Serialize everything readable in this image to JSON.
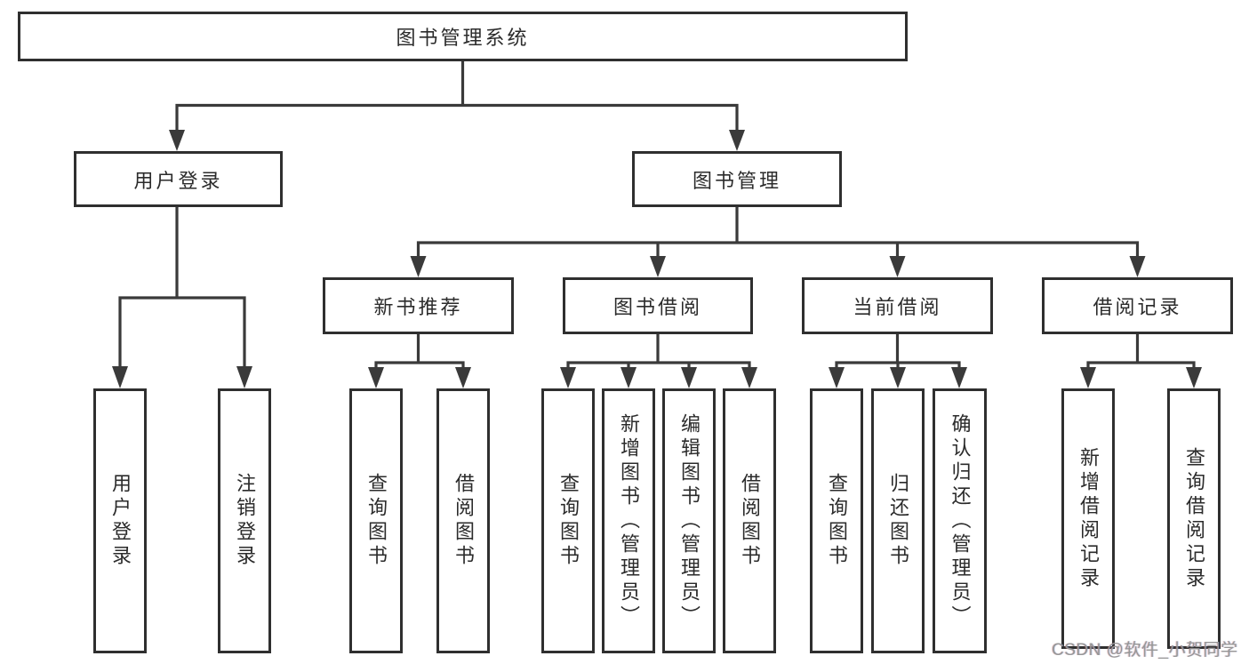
{
  "diagram": {
    "root": "图书管理系统",
    "children": [
      {
        "label": "用户登录",
        "children": [
          {
            "label": "用户登录"
          },
          {
            "label": "注销登录"
          }
        ]
      },
      {
        "label": "图书管理",
        "children": [
          {
            "label": "新书推荐",
            "children": [
              {
                "label": "查询图书"
              },
              {
                "label": "借阅图书"
              }
            ]
          },
          {
            "label": "图书借阅",
            "children": [
              {
                "label": "查询图书"
              },
              {
                "label": "新增图书（管理员）"
              },
              {
                "label": "编辑图书（管理员）"
              },
              {
                "label": "借阅图书"
              }
            ]
          },
          {
            "label": "当前借阅",
            "children": [
              {
                "label": "查询图书"
              },
              {
                "label": "归还图书"
              },
              {
                "label": "确认归还（管理员）"
              }
            ]
          },
          {
            "label": "借阅记录",
            "children": [
              {
                "label": "新增借阅记录"
              },
              {
                "label": "查询借阅记录"
              }
            ]
          }
        ]
      }
    ]
  },
  "watermark": {
    "text": "CSDN @软件_小贺同学"
  },
  "colors": {
    "line": "#3a3a3a",
    "box_border": "#2f2f2f",
    "box_fill": "#ffffff",
    "text": "#2b2b2b",
    "watermark": "#969696",
    "background": "#ffffff"
  }
}
